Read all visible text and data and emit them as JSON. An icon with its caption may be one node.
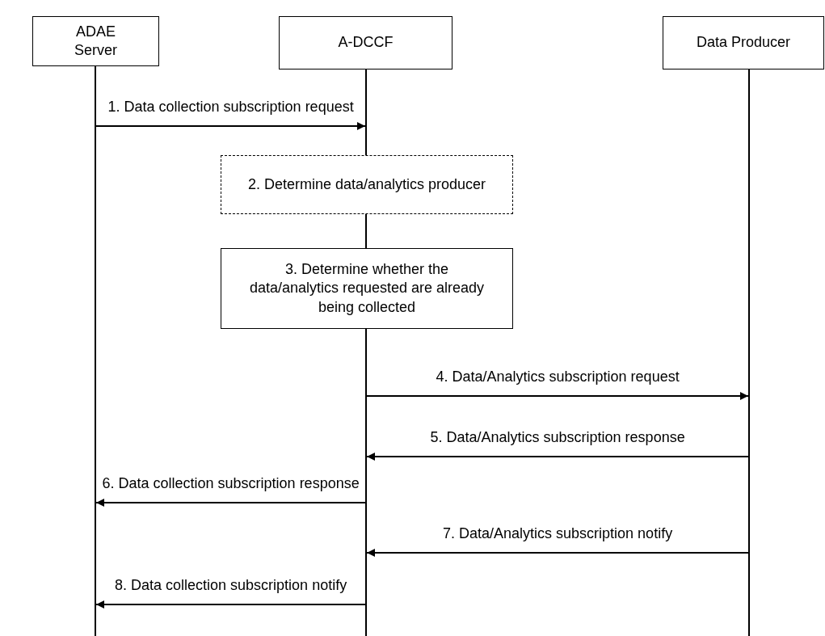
{
  "diagram": {
    "nodes": [
      {
        "text": [
          "ADAE Server"
        ]
      },
      {
        "text": [
          "A-DCCF"
        ]
      },
      {
        "text": [
          "Data Producer"
        ]
      },
      {
        "text": [
          "2. Determine data/analytics producer"
        ]
      },
      {
        "text": [
          "3. Determine whether the data/analytics requested are already being collected"
        ]
      }
    ],
    "edges": [
      {
        "from": 0,
        "to": 1,
        "arrow": "to",
        "label": "1. Data collection subscription request"
      },
      {
        "from": 1,
        "to": 2,
        "arrow": "to",
        "label": "4. Data/Analytics subscription request"
      },
      {
        "from": 2,
        "to": 1,
        "arrow": "to",
        "label": "5. Data/Analytics subscription response"
      },
      {
        "from": 1,
        "to": 0,
        "arrow": "to",
        "label": "6. Data collection subscription response"
      },
      {
        "from": 2,
        "to": 1,
        "arrow": "to",
        "label": "7. Data/Analytics subscription notify"
      },
      {
        "from": 1,
        "to": 0,
        "arrow": "to",
        "label": "8. Data collection subscription notify"
      }
    ]
  }
}
